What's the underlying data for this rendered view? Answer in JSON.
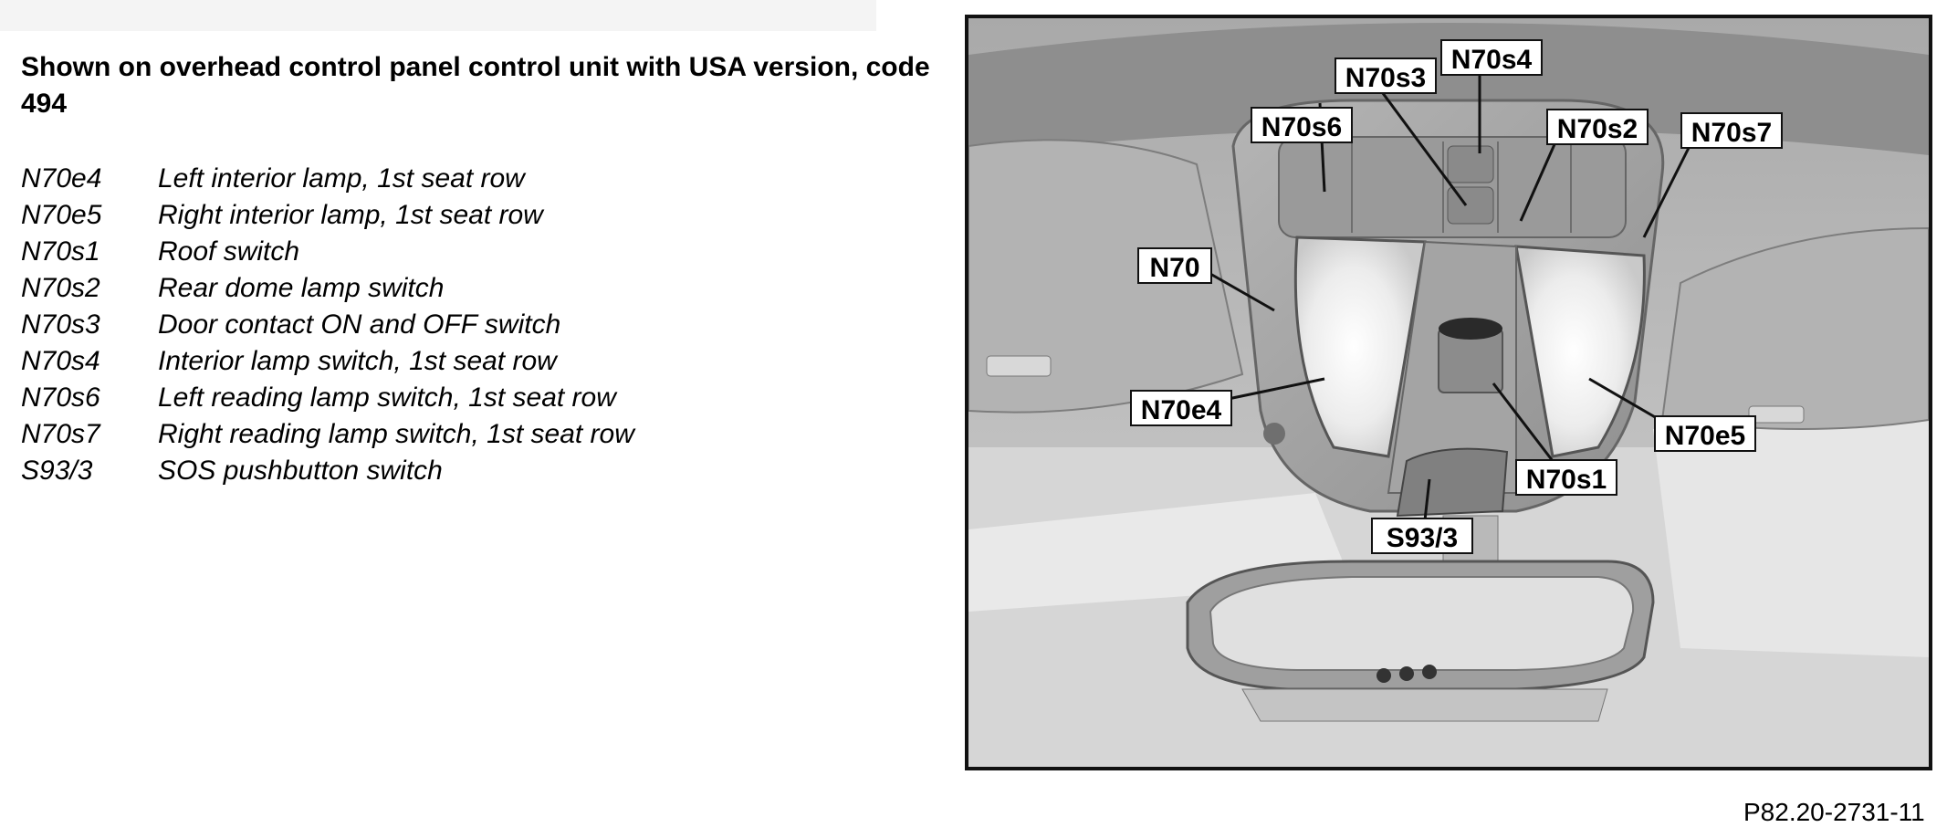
{
  "heading": "Shown on overhead control panel control unit with USA version, code 494",
  "legend": [
    {
      "code": "N70e4",
      "desc": "Left interior lamp, 1st seat row"
    },
    {
      "code": "N70e5",
      "desc": "Right interior lamp, 1st seat row"
    },
    {
      "code": "N70s1",
      "desc": "Roof switch"
    },
    {
      "code": "N70s2",
      "desc": "Rear dome lamp switch"
    },
    {
      "code": "N70s3",
      "desc": "Door contact ON and OFF switch"
    },
    {
      "code": "N70s4",
      "desc": "Interior lamp switch, 1st seat row"
    },
    {
      "code": "N70s6",
      "desc": "Left reading lamp switch, 1st seat row"
    },
    {
      "code": "N70s7",
      "desc": "Right reading lamp switch, 1st seat row"
    },
    {
      "code": "S93/3",
      "desc": "SOS pushbutton switch"
    }
  ],
  "callouts": {
    "n70": "N70",
    "n70s3": "N70s3",
    "n70s4": "N70s4",
    "n70s6": "N70s6",
    "n70s2": "N70s2",
    "n70s7": "N70s7",
    "n70e4": "N70e4",
    "n70e5": "N70e5",
    "n70s1": "N70s1",
    "s93_3": "S93/3"
  },
  "figure_ref": "P82.20-2731-11"
}
